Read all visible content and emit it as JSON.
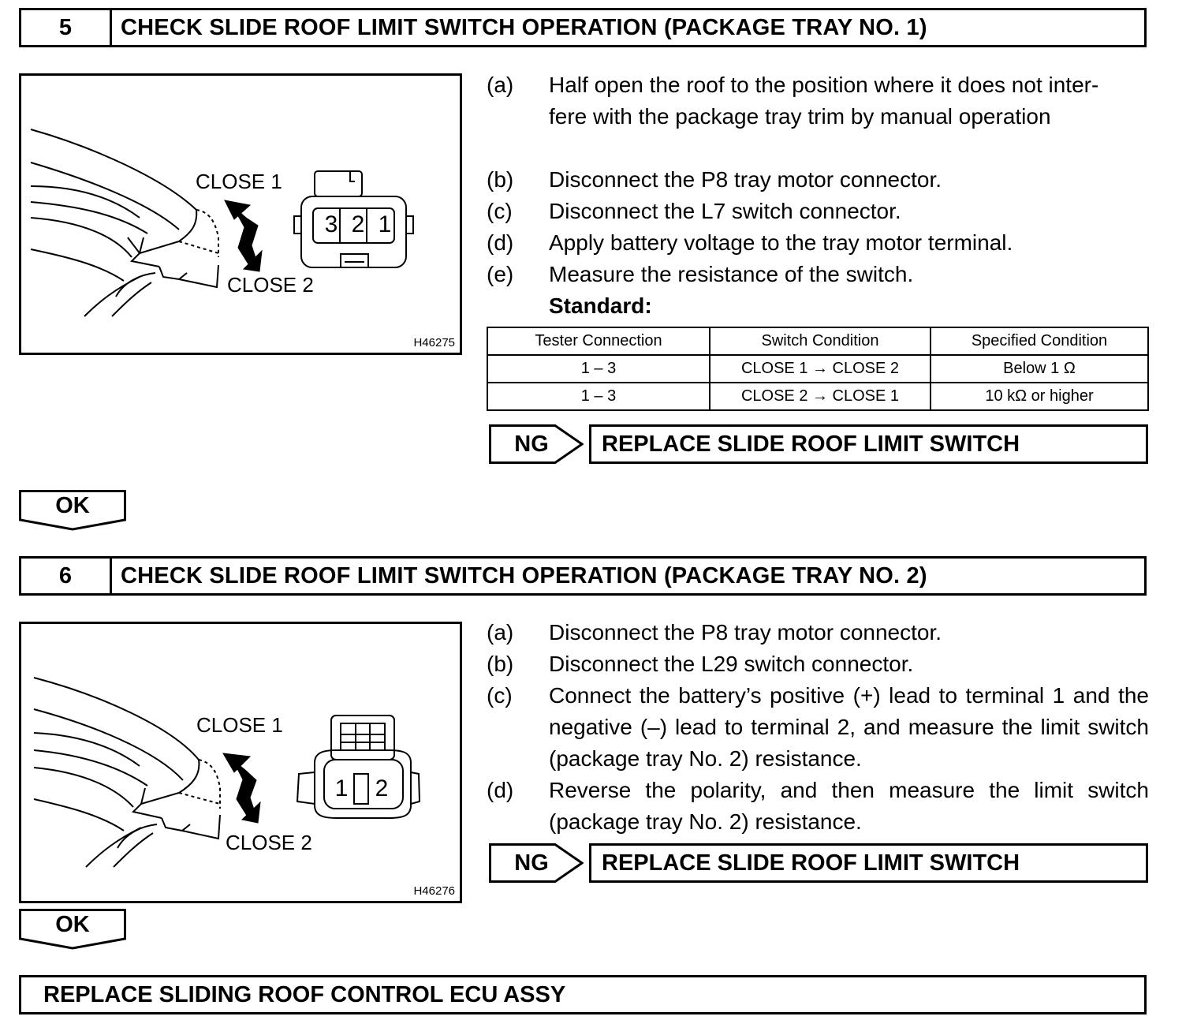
{
  "step5": {
    "number": "5",
    "title": "CHECK SLIDE ROOF LIMIT SWITCH OPERATION (PACKAGE TRAY NO. 1)",
    "figure": {
      "code": "H46275",
      "label_close1": "CLOSE 1",
      "label_close2": "CLOSE 2",
      "pins": [
        "3",
        "2",
        "1"
      ]
    },
    "instructions": [
      {
        "letter": "(a)",
        "text": "Half open the roof to the position where it does not inter-fere with the package tray trim by manual operation"
      },
      {
        "letter": "(b)",
        "text": "Disconnect the P8 tray motor connector."
      },
      {
        "letter": "(c)",
        "text": "Disconnect the L7 switch connector."
      },
      {
        "letter": "(d)",
        "text": "Apply battery voltage to the tray motor terminal."
      },
      {
        "letter": "(e)",
        "text": "Measure the resistance of the switch."
      }
    ],
    "instruction_a_line1": "Half open the roof to the position where it does not inter-",
    "instruction_a_line2": "fere with the package tray trim by manual operation",
    "standard_label": "Standard:",
    "table": {
      "headers": [
        "Tester Connection",
        "Switch Condition",
        "Specified Condition"
      ],
      "rows": [
        [
          "1 – 3",
          "CLOSE 1 → CLOSE 2",
          "Below 1 Ω"
        ],
        [
          "1 – 3",
          "CLOSE 2 → CLOSE 1",
          "10 kΩ or higher"
        ]
      ]
    },
    "ng_label": "NG",
    "ng_result": "REPLACE SLIDE ROOF LIMIT SWITCH",
    "ok_label": "OK"
  },
  "step6": {
    "number": "6",
    "title": "CHECK SLIDE ROOF LIMIT SWITCH OPERATION (PACKAGE TRAY NO. 2)",
    "figure": {
      "code": "H46276",
      "label_close1": "CLOSE 1",
      "label_close2": "CLOSE 2",
      "pins": [
        "1",
        "2"
      ]
    },
    "instructions": [
      {
        "letter": "(a)",
        "text": "Disconnect the P8 tray motor connector."
      },
      {
        "letter": "(b)",
        "text": "Disconnect the L29 switch connector."
      },
      {
        "letter": "(c)",
        "text": "Connect the battery’s positive (+) lead to terminal 1 and the negative (–) lead to terminal 2, and measure the limit switch (package tray No. 2) resistance."
      },
      {
        "letter": "(d)",
        "text": "Reverse the polarity, and then measure the limit switch (package tray No. 2) resistance."
      }
    ],
    "ng_label": "NG",
    "ng_result": "REPLACE SLIDE ROOF LIMIT SWITCH",
    "ok_label": "OK"
  },
  "final_action": "REPLACE SLIDING ROOF CONTROL ECU ASSY"
}
